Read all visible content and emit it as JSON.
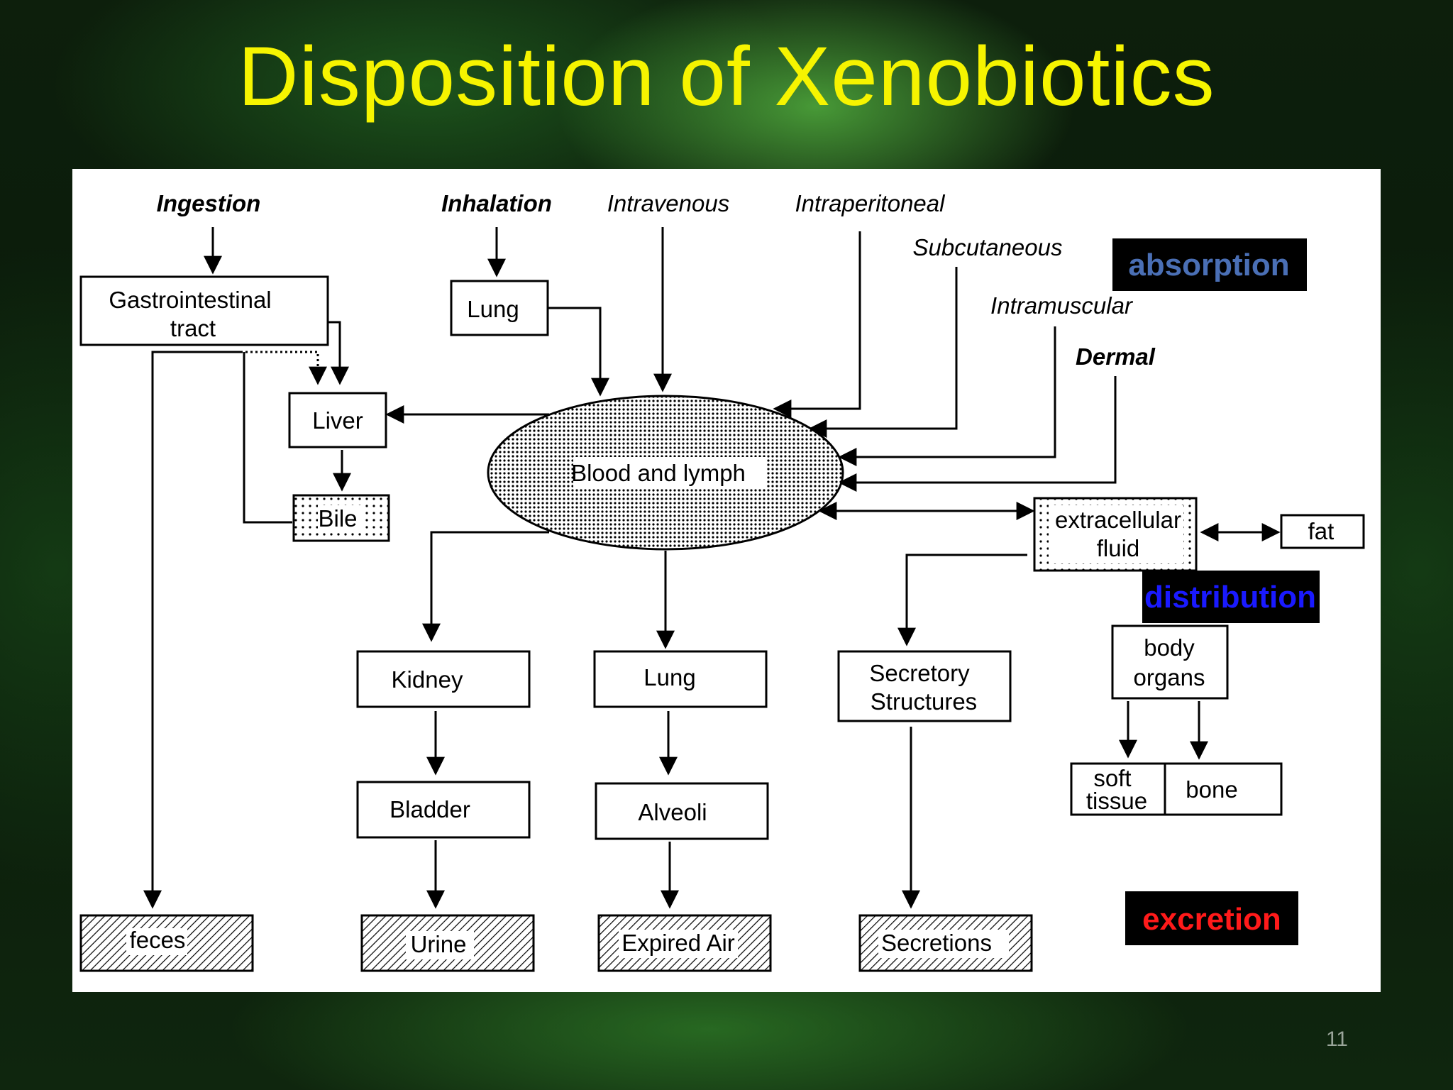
{
  "slide": {
    "title": "Disposition of Xenobiotics",
    "page_number": "11"
  },
  "routes": {
    "ingestion": "Ingestion",
    "inhalation": "Inhalation",
    "intravenous": "Intravenous",
    "intraperitoneal": "Intraperitoneal",
    "subcutaneous": "Subcutaneous",
    "intramuscular": "Intramuscular",
    "dermal": "Dermal"
  },
  "nodes": {
    "gi_line1": "Gastrointestinal",
    "gi_line2": "tract",
    "lung_top": "Lung",
    "liver": "Liver",
    "bile": "Bile",
    "blood": "Blood and lymph",
    "ecf_line1": "extracellular",
    "ecf_line2": "fluid",
    "fat": "fat",
    "kidney": "Kidney",
    "lung_bottom": "Lung",
    "secretory_line1": "Secretory",
    "secretory_line2": "Structures",
    "body_line1": "body",
    "body_line2": "organs",
    "soft_line1": "soft",
    "soft_line2": "tissue",
    "bone": "bone",
    "bladder": "Bladder",
    "alveoli": "Alveoli",
    "feces": "feces",
    "urine": "Urine",
    "expired_air": "Expired Air",
    "secretions": "Secretions"
  },
  "legend": {
    "absorption": "absorption",
    "distribution": "distribution",
    "excretion": "excretion",
    "absorption_color": "#4a6fb5",
    "distribution_color": "#1a1aff",
    "excretion_color": "#ff1a1a"
  }
}
